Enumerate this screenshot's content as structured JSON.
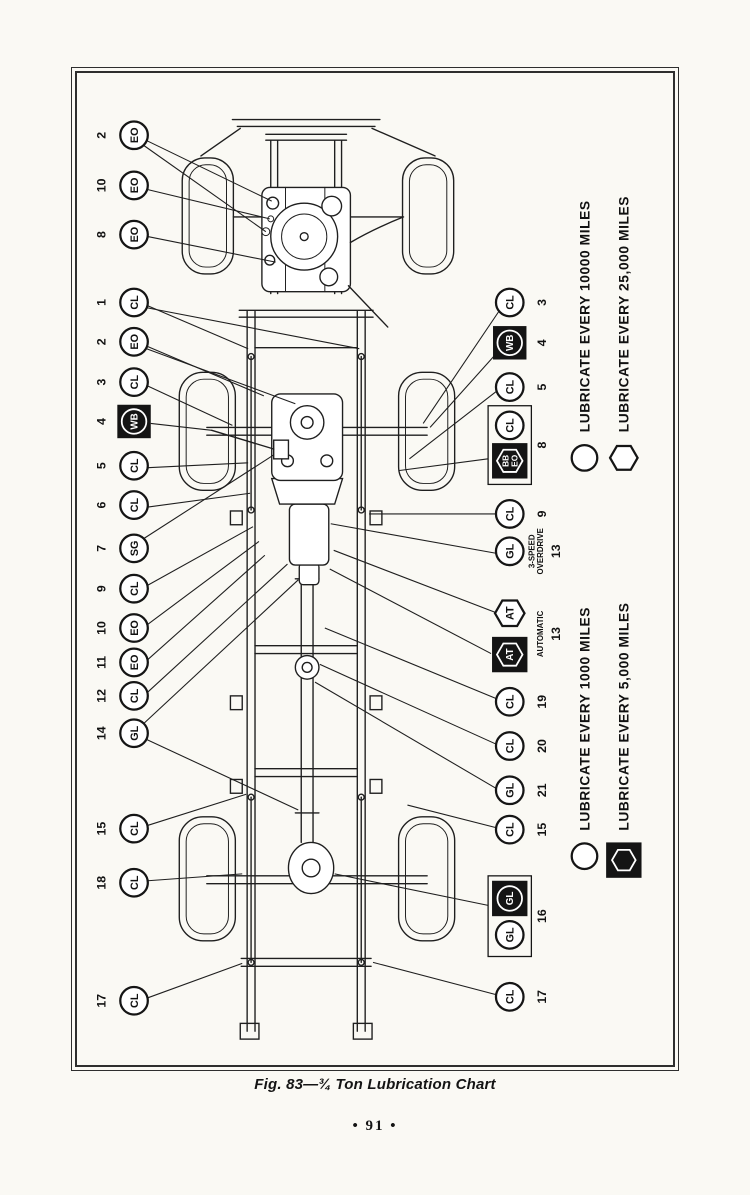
{
  "page": {
    "caption": "Fig. 83—¾ Ton Lubrication Chart",
    "page_number": "• 91 •"
  },
  "legend": {
    "every_1000": "LUBRICATE EVERY 1000 MILES",
    "every_5000": "LUBRICATE EVERY 5,000 MILES",
    "every_10000": "LUBRICATE EVERY 10000 MILES",
    "every_25000": "LUBRICATE EVERY 25,000 MILES"
  },
  "callouts": {
    "top": [
      {
        "num": "2",
        "code": "EO"
      },
      {
        "num": "10",
        "code": "EO"
      },
      {
        "num": "8",
        "code": "EO"
      },
      {
        "num": "1",
        "code": "CL"
      },
      {
        "num": "2",
        "code": "EO"
      },
      {
        "num": "3",
        "code": "CL"
      },
      {
        "num": "4",
        "code": "WB"
      },
      {
        "num": "5",
        "code": "CL"
      },
      {
        "num": "6",
        "code": "CL"
      },
      {
        "num": "7",
        "code": "SG"
      },
      {
        "num": "9",
        "code": "CL"
      },
      {
        "num": "10",
        "code": "EO"
      },
      {
        "num": "11",
        "code": "EO"
      },
      {
        "num": "12",
        "code": "CL"
      },
      {
        "num": "14",
        "code": "GL"
      },
      {
        "num": "15",
        "code": "CL"
      },
      {
        "num": "18",
        "code": "CL"
      },
      {
        "num": "17",
        "code": "CL"
      }
    ],
    "bottom": [
      {
        "num": "3",
        "code": "CL"
      },
      {
        "num": "4",
        "code": "WB"
      },
      {
        "num": "5",
        "code": "CL"
      },
      {
        "num": "8",
        "code": "CL",
        "code2_line1": "BB",
        "code2_line2": "EO"
      },
      {
        "num": "9",
        "code": "CL"
      },
      {
        "num": "13",
        "code": "GL",
        "note_line1": "3-SPEED",
        "note_line2": "OVERDRIVE"
      },
      {
        "num": "13",
        "code": "AT",
        "code2": "AT",
        "note": "AUTOMATIC"
      },
      {
        "num": "19",
        "code": "CL"
      },
      {
        "num": "20",
        "code": "CL"
      },
      {
        "num": "21",
        "code": "GL"
      },
      {
        "num": "15",
        "code": "CL"
      },
      {
        "num": "16",
        "code": "GL",
        "code2": "GL"
      },
      {
        "num": "17",
        "code": "CL"
      }
    ]
  }
}
